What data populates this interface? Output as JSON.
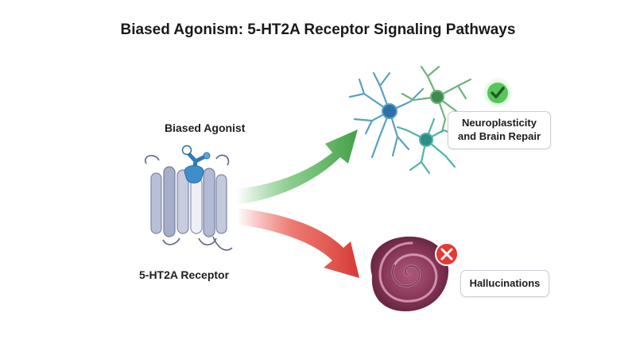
{
  "title": "Biased Agonism: 5-HT2A Receptor Signaling Pathways",
  "agonist_label": "Biased Agonist",
  "receptor_label": "5-HT2A Receptor",
  "outcomes": {
    "positive": {
      "label": "Neuroplasticity and Brain Repair",
      "icon": "check-icon",
      "color": "#4caf50"
    },
    "negative": {
      "label": "Hallucinations",
      "icon": "x-icon",
      "color": "#e53935"
    }
  },
  "colors": {
    "receptor": "#a9b0c9",
    "agonist": "#3d8ec9",
    "green_arrow": "#4caf50",
    "red_arrow": "#e04848",
    "neuron_blue": "#5b9fc4",
    "neuron_green": "#6fb27a",
    "neuron_teal": "#4fb3a8",
    "spiral": "#8a3358"
  }
}
